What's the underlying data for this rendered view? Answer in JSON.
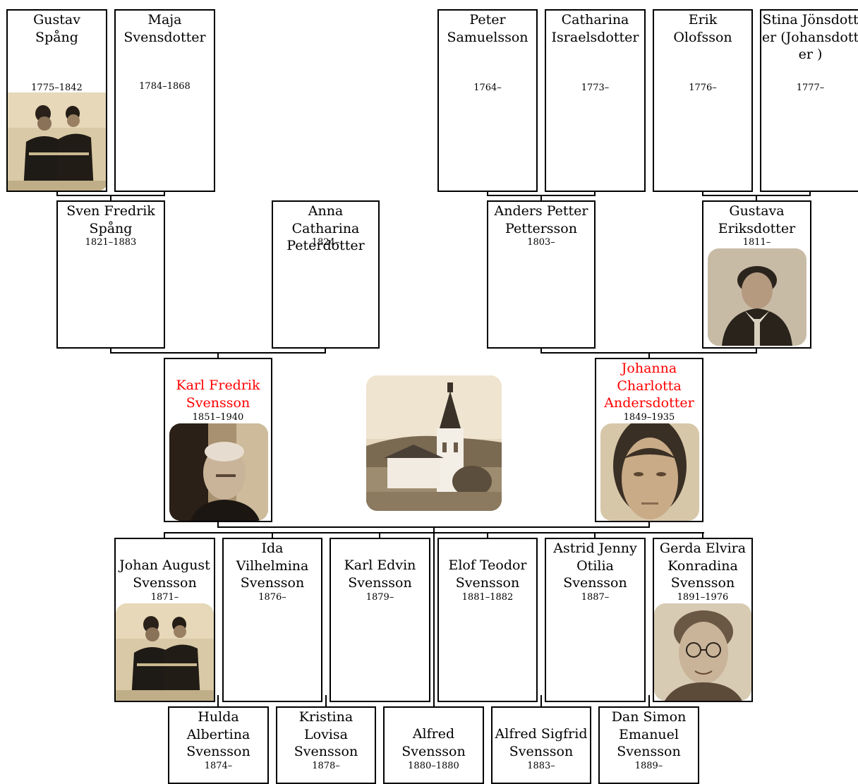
{
  "center_image": "church-photo",
  "persons": {
    "gustav": {
      "name": "Gustav Spång",
      "dates": "1775–1842",
      "photo": "two-uniformed-men-photo"
    },
    "maja": {
      "name": "Maja Svensdotter",
      "dates": "1784–1868"
    },
    "peter": {
      "name": "Peter Samuelsson",
      "dates": "1764–"
    },
    "catharina": {
      "name": "Catharina Israelsdotter",
      "dates": "1773–"
    },
    "erik": {
      "name": "Erik Olofsson",
      "dates": "1776–"
    },
    "stina": {
      "name": "Stina Jönsdotter (Johansdotter )",
      "dates": "1777–"
    },
    "sven": {
      "name": "Sven Fredrik Spång",
      "dates": "1821–1883"
    },
    "anna": {
      "name": "Anna Catharina Peterdotter",
      "dates": "1824–"
    },
    "anders": {
      "name": "Anders Petter Pettersson",
      "dates": "1803–"
    },
    "gustava": {
      "name": "Gustava Eriksdotter",
      "dates": "1811–",
      "photo": "elderly-woman-portrait"
    },
    "karl": {
      "name": "Karl Fredrik Svensson",
      "dates": "1851–1940",
      "photo": "elderly-man-portrait",
      "highlight": "#ff0000"
    },
    "johanna": {
      "name": "Johanna Charlotta Andersdotter",
      "dates": "1849–1935",
      "photo": "woman-portrait",
      "highlight": "#ff0000"
    },
    "johan": {
      "name": "Johan August Svensson",
      "dates": "1871–",
      "photo": "two-uniformed-men-photo"
    },
    "ida": {
      "name": "Ida Vilhelmina Svensson",
      "dates": "1876–"
    },
    "edvin": {
      "name": "Karl Edvin Svensson",
      "dates": "1879–"
    },
    "elof": {
      "name": "Elof Teodor Svensson",
      "dates": "1881–1882"
    },
    "astrid": {
      "name": "Astrid Jenny Otilia Svensson",
      "dates": "1887–"
    },
    "gerda": {
      "name": "Gerda Elvira Konradina Svensson",
      "dates": "1891–1976",
      "photo": "woman-with-glasses-portrait"
    },
    "hulda": {
      "name": "Hulda Albertina Svensson",
      "dates": "1874–"
    },
    "kristina": {
      "name": "Kristina Lovisa Svensson",
      "dates": "1878–"
    },
    "alfred": {
      "name": "Alfred Svensson",
      "dates": "1880–1880"
    },
    "alfreds": {
      "name": "Alfred Sigfrid Svensson",
      "dates": "1883–"
    },
    "dan": {
      "name": "Dan Simon Emanuel Svensson",
      "dates": "1889–"
    }
  }
}
